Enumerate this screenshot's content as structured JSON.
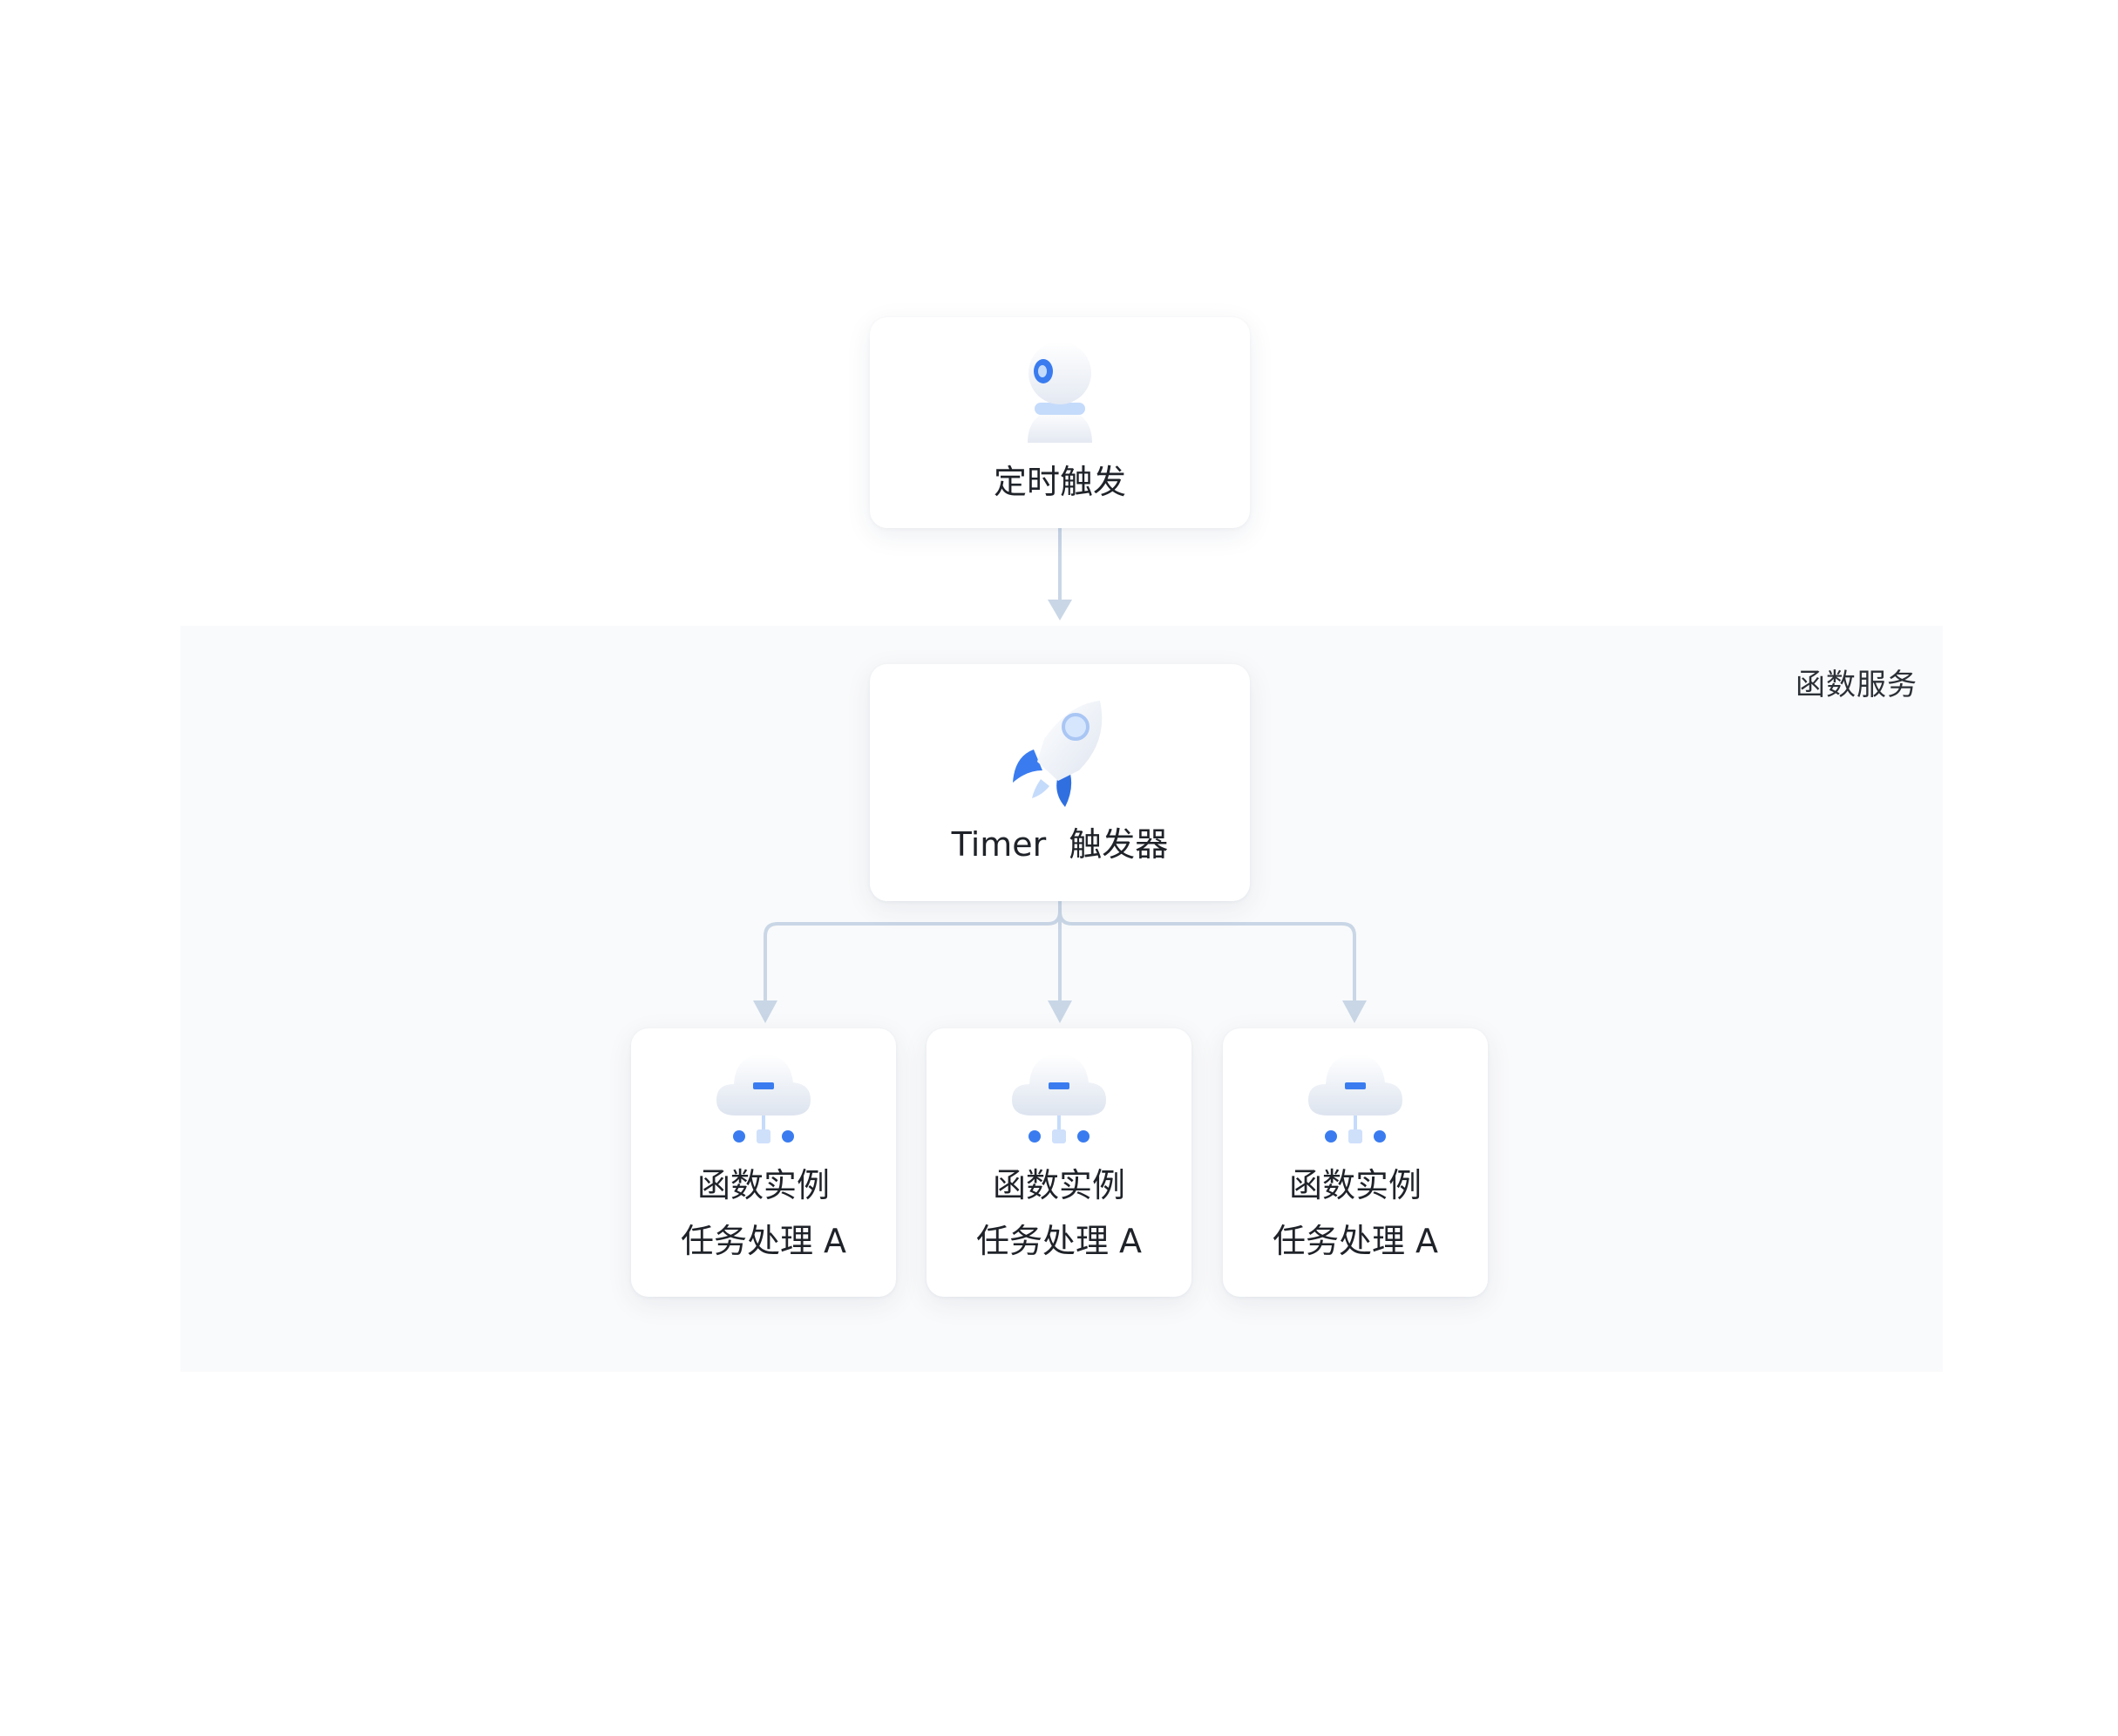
{
  "group": {
    "label": "函数服务"
  },
  "trigger": {
    "label": "定时触发",
    "icon": "camera-robot-icon"
  },
  "timer": {
    "label_en": "Timer",
    "label_cn": "触发器",
    "icon": "rocket-icon"
  },
  "instances": [
    {
      "line1": "函数实例",
      "line2": "任务处理 A",
      "icon": "cloud-server-icon"
    },
    {
      "line1": "函数实例",
      "line2": "任务处理 A",
      "icon": "cloud-server-icon"
    },
    {
      "line1": "函数实例",
      "line2": "任务处理 A",
      "icon": "cloud-server-icon"
    }
  ],
  "colors": {
    "accent": "#3a7cf0",
    "connector": "#c9d6e6",
    "group_bg": "#f9fafb"
  }
}
